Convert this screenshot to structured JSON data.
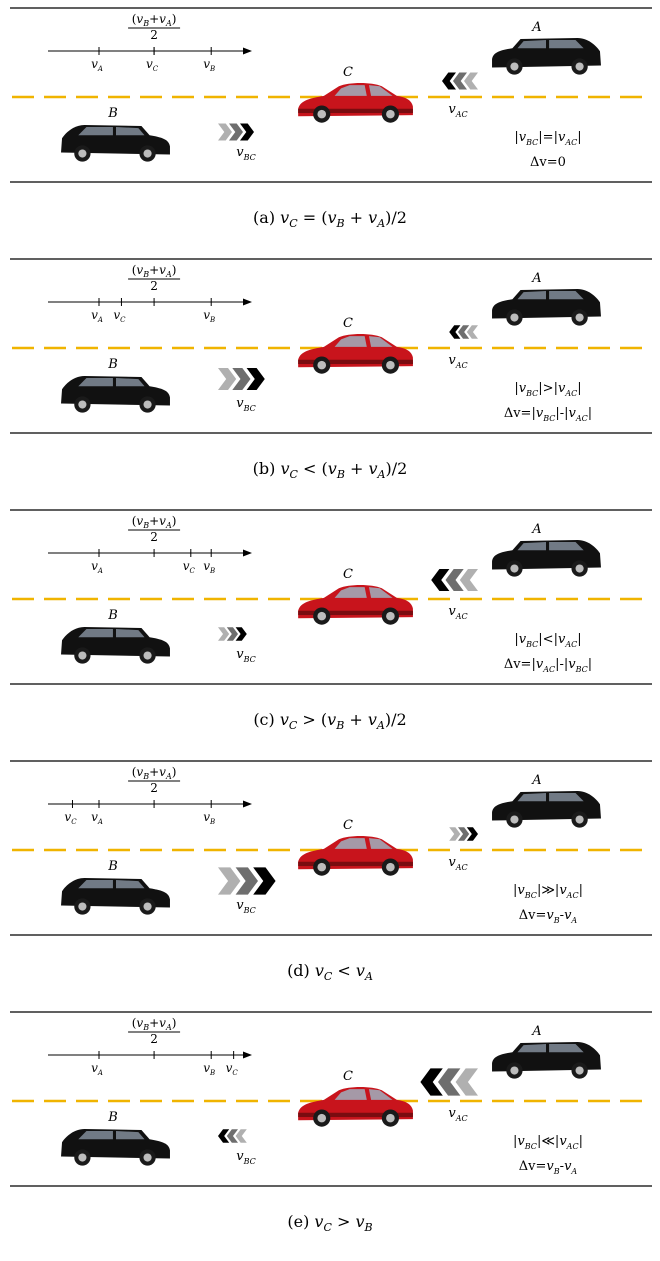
{
  "panels": [
    {
      "caption": "(a) v_C = (v_B + v_A)/2",
      "cap_main": "(a)",
      "cap_var": "v",
      "cap_sub": "C",
      "cap_rel": "=",
      "cap_rhs": "(v_B + v_A)/2",
      "ticks": [
        [
          "v",
          "A"
        ],
        [
          "v",
          "C"
        ],
        [
          "v",
          "B"
        ]
      ],
      "tick_pos": [
        0.25,
        0.52,
        0.8
      ],
      "mid_label_top": "(v_B+v_A)",
      "mid_label_bottom": "2",
      "car_labels": {
        "A": "A",
        "B": "B",
        "C": "C"
      },
      "rel_bc": "v_BC",
      "rel_ac": "v_AC",
      "bc_dir": "right",
      "ac_dir": "left",
      "bc_size": 1.0,
      "ac_size": 1.0,
      "relation": "|v_BC|=|v_AC|",
      "delta": "Δv=0"
    },
    {
      "caption": "(b) v_C < (v_B + v_A)/2",
      "cap_main": "(b)",
      "cap_var": "v",
      "cap_sub": "C",
      "cap_rel": "<",
      "cap_rhs": "(v_B + v_A)/2",
      "ticks": [
        [
          "v",
          "A"
        ],
        [
          "v",
          "C"
        ],
        [
          "v",
          "B"
        ]
      ],
      "tick_pos": [
        0.25,
        0.36,
        0.8
      ],
      "mid_label_top": "(v_B+v_A)",
      "mid_label_bottom": "2",
      "car_labels": {
        "A": "A",
        "B": "B",
        "C": "C"
      },
      "rel_bc": "v_BC",
      "rel_ac": "v_AC",
      "bc_dir": "right",
      "ac_dir": "left",
      "bc_size": 1.3,
      "ac_size": 0.8,
      "relation": "|v_BC|>|v_AC|",
      "delta": "Δv=|v_BC|-|v_AC|"
    },
    {
      "caption": "(c) v_C > (v_B + v_A)/2",
      "cap_main": "(c)",
      "cap_var": "v",
      "cap_sub": "C",
      "cap_rel": ">",
      "cap_rhs": "(v_B + v_A)/2",
      "ticks": [
        [
          "v",
          "A"
        ],
        [
          "v",
          "C"
        ],
        [
          "v",
          "B"
        ]
      ],
      "tick_pos": [
        0.25,
        0.7,
        0.8
      ],
      "mid_label_top": "(v_B+v_A)",
      "mid_label_bottom": "2",
      "car_labels": {
        "A": "A",
        "B": "B",
        "C": "C"
      },
      "rel_bc": "v_BC",
      "rel_ac": "v_AC",
      "bc_dir": "right",
      "ac_dir": "left",
      "bc_size": 0.8,
      "ac_size": 1.3,
      "relation": "|v_BC|<|v_AC|",
      "delta": "Δv=|v_AC|-|v_BC|"
    },
    {
      "caption": "(d) v_C < v_A",
      "cap_main": "(d)",
      "cap_var": "v",
      "cap_sub": "C",
      "cap_rel": "<",
      "cap_rhs": "v_A",
      "ticks": [
        [
          "v",
          "C"
        ],
        [
          "v",
          "A"
        ],
        [
          "v",
          "B"
        ]
      ],
      "tick_pos": [
        0.12,
        0.25,
        0.8
      ],
      "mid_label_top": "(v_B+v_A)",
      "mid_label_bottom": "2",
      "car_labels": {
        "A": "A",
        "B": "B",
        "C": "C"
      },
      "rel_bc": "v_BC",
      "rel_ac": "v_AC",
      "bc_dir": "right",
      "ac_dir": "right",
      "bc_size": 1.6,
      "ac_size": 0.8,
      "relation": "|v_BC|≫|v_AC|",
      "delta": "Δv=v_B-v_A"
    },
    {
      "caption": "(e) v_C > v_B",
      "cap_main": "(e)",
      "cap_var": "v",
      "cap_sub": "C",
      "cap_rel": ">",
      "cap_rhs": "v_B",
      "ticks": [
        [
          "v",
          "A"
        ],
        [
          "v",
          "B"
        ],
        [
          "v",
          "C"
        ]
      ],
      "tick_pos": [
        0.25,
        0.8,
        0.91
      ],
      "mid_label_top": "(v_B+v_A)",
      "mid_label_bottom": "2",
      "car_labels": {
        "A": "A",
        "B": "B",
        "C": "C"
      },
      "rel_bc": "v_BC",
      "rel_ac": "v_AC",
      "bc_dir": "left",
      "ac_dir": "left",
      "bc_size": 0.8,
      "ac_size": 1.6,
      "relation": "|v_BC|≪|v_AC|",
      "delta": "Δv=v_B-v_A"
    }
  ],
  "colors": {
    "lane_line": "#f0b400",
    "car_dark": "#111111",
    "car_red": "#c8141c",
    "chevron_light": "#b0b0b0",
    "chevron_mid": "#6e6e6e",
    "chevron_dark": "#000000"
  }
}
